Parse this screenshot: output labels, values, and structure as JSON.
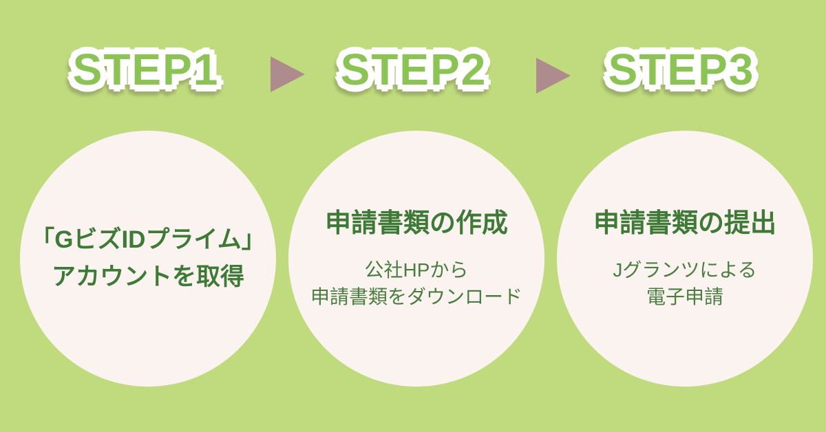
{
  "colors": {
    "background": "#c0db7d",
    "step_label_text": "#8cc355",
    "step_label_outline": "#ffffff",
    "circle_fill": "#fbf3f0",
    "title_text": "#3d7a35",
    "subtitle_text": "#4a7e40",
    "arrow": "#ae8b8c"
  },
  "steps": [
    {
      "label": "STEP1",
      "title": "「GビズIDプライム」\nアカウントを取得",
      "subtitle": ""
    },
    {
      "label": "STEP2",
      "title": "申請書類の作成",
      "subtitle": "公社HPから\n申請書類をダウンロード"
    },
    {
      "label": "STEP3",
      "title": "申請書類の提出",
      "subtitle": "Jグランツによる\n電子申請"
    }
  ]
}
